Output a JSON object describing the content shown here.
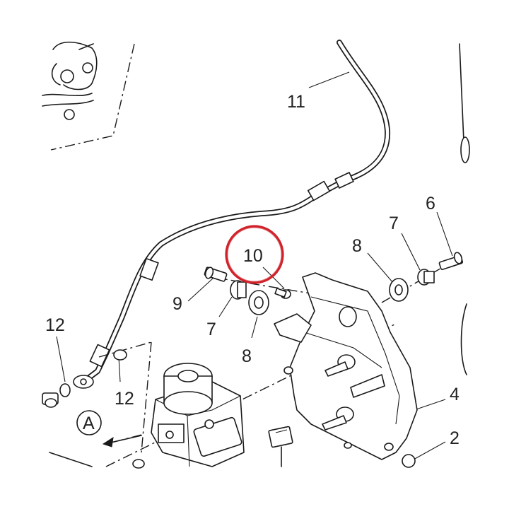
{
  "labels": {
    "hose": "11",
    "screw_highlighted": "10",
    "bolt_left": "9",
    "spacer_left": "7",
    "grommet_left": "8",
    "grommet_right": "8",
    "spacer_right": "7",
    "bolt_right": "6",
    "bracket": "4",
    "nut": "2",
    "washer_left": "12",
    "washer_mid": "12",
    "view_ref": "A"
  },
  "colors": {
    "highlight": "#d0222a",
    "line": "#1a1a1a",
    "text": "#222222"
  }
}
